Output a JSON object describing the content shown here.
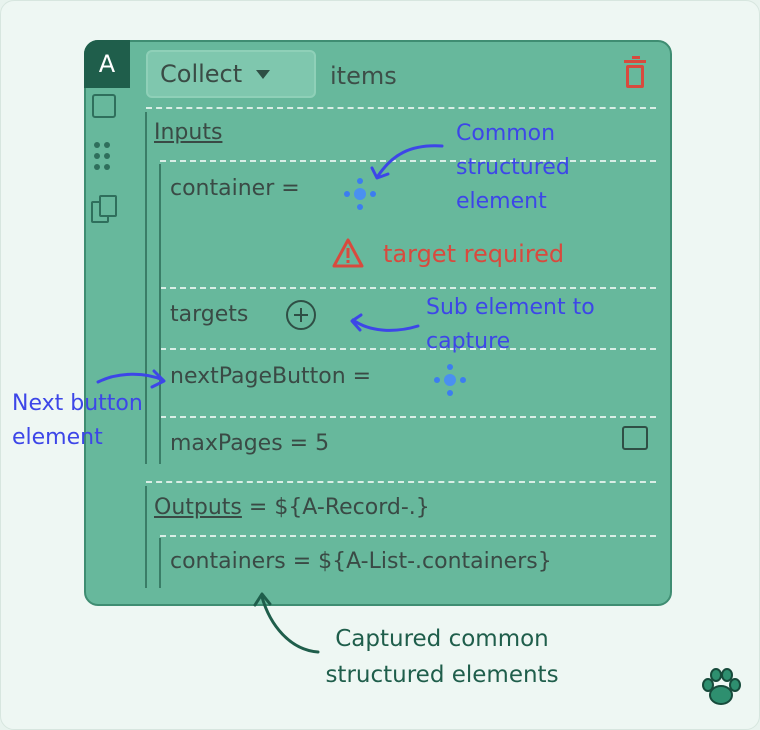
{
  "badge": "A",
  "header": {
    "collect_label": "Collect",
    "items_label": "items"
  },
  "inputs": {
    "heading": "Inputs",
    "container_label": "container =",
    "error_text": "target required",
    "targets_label": "targets",
    "next_page_label": "nextPageButton =",
    "max_pages_label": "maxPages = 5"
  },
  "outputs": {
    "heading": "Outputs",
    "heading_value": "= ${A-Record-.}",
    "containers_label": "containers = ${A-List-.containers}"
  },
  "annotations": {
    "common_line1": "Common",
    "common_line2": "structured",
    "common_line3": "element",
    "sub_line1": "Sub element to",
    "sub_line2": "capture",
    "next_line1": "Next button",
    "next_line2": "element",
    "captured_line1": "Captured common",
    "captured_line2": "structured elements"
  },
  "colors": {
    "card": "#67b89c",
    "accent_dark": "#1f5e4b",
    "error": "#d84a3e",
    "annotation_blue": "#3d46e8",
    "target_icon": "#4a90f0"
  },
  "icons": [
    "square-icon",
    "drag-handle-icon",
    "duplicate-icon",
    "trash-icon",
    "target-icon",
    "warning-icon",
    "add-circle-icon",
    "checkbox-icon",
    "paw-logo"
  ]
}
